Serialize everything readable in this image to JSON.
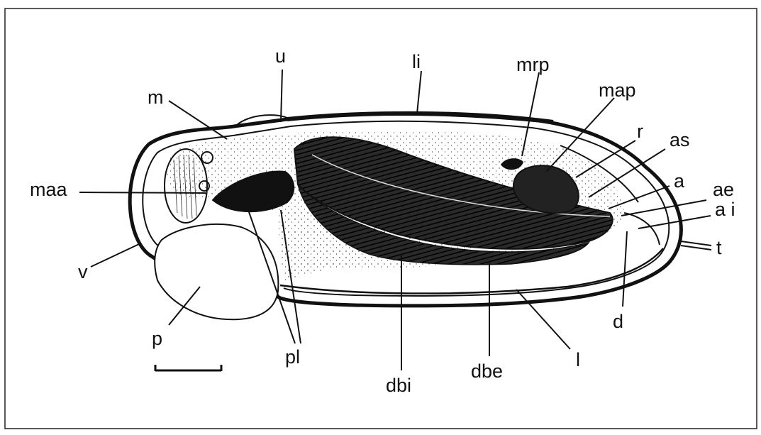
{
  "figure": {
    "labels": {
      "u": "u",
      "li": "li",
      "mrp": "mrp",
      "map": "map",
      "m": "m",
      "r": "r",
      "as": "as",
      "maa": "maa",
      "a": "a",
      "ae": "ae",
      "ai": "a i",
      "t": "t",
      "v": "v",
      "d": "d",
      "p": "p",
      "pl": "pl",
      "dbi": "dbi",
      "dbe": "dbe",
      "l": "l"
    },
    "colors": {
      "ink": "#111111",
      "paper": "#ffffff",
      "gill": "#1a1a1a"
    }
  }
}
